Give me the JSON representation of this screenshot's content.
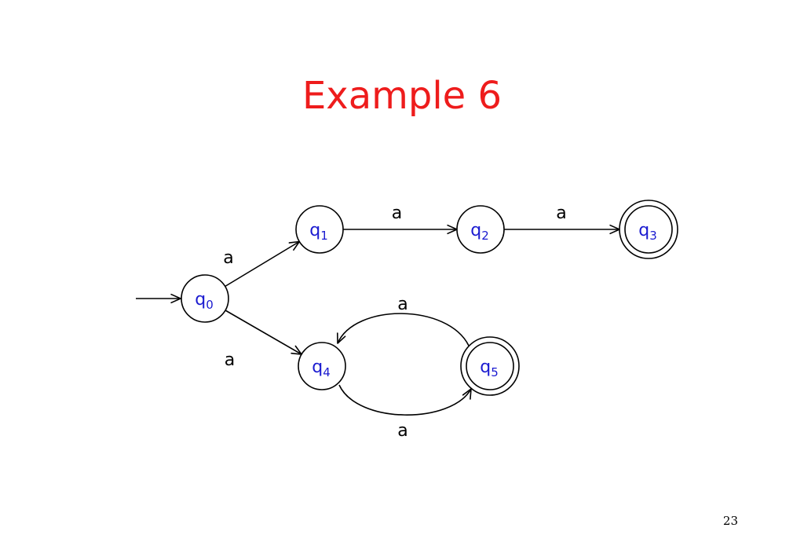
{
  "slide": {
    "title": "Example 6",
    "page_number": "23"
  },
  "colors": {
    "title": "#ee1c1c",
    "state_label": "#1a1ad0",
    "stroke": "#000000"
  },
  "automaton": {
    "states": [
      {
        "id": "q0",
        "base": "q",
        "sub": "0",
        "accepting": false,
        "initial": true
      },
      {
        "id": "q1",
        "base": "q",
        "sub": "1",
        "accepting": false,
        "initial": false
      },
      {
        "id": "q2",
        "base": "q",
        "sub": "2",
        "accepting": false,
        "initial": false
      },
      {
        "id": "q3",
        "base": "q",
        "sub": "3",
        "accepting": true,
        "initial": false
      },
      {
        "id": "q4",
        "base": "q",
        "sub": "4",
        "accepting": false,
        "initial": false
      },
      {
        "id": "q5",
        "base": "q",
        "sub": "5",
        "accepting": true,
        "initial": false
      }
    ],
    "transitions": [
      {
        "from": "q0",
        "to": "q1",
        "label": "a"
      },
      {
        "from": "q1",
        "to": "q2",
        "label": "a"
      },
      {
        "from": "q2",
        "to": "q3",
        "label": "a"
      },
      {
        "from": "q0",
        "to": "q4",
        "label": "a"
      },
      {
        "from": "q5",
        "to": "q4",
        "label": "a"
      },
      {
        "from": "q4",
        "to": "q5",
        "label": "a"
      }
    ]
  }
}
